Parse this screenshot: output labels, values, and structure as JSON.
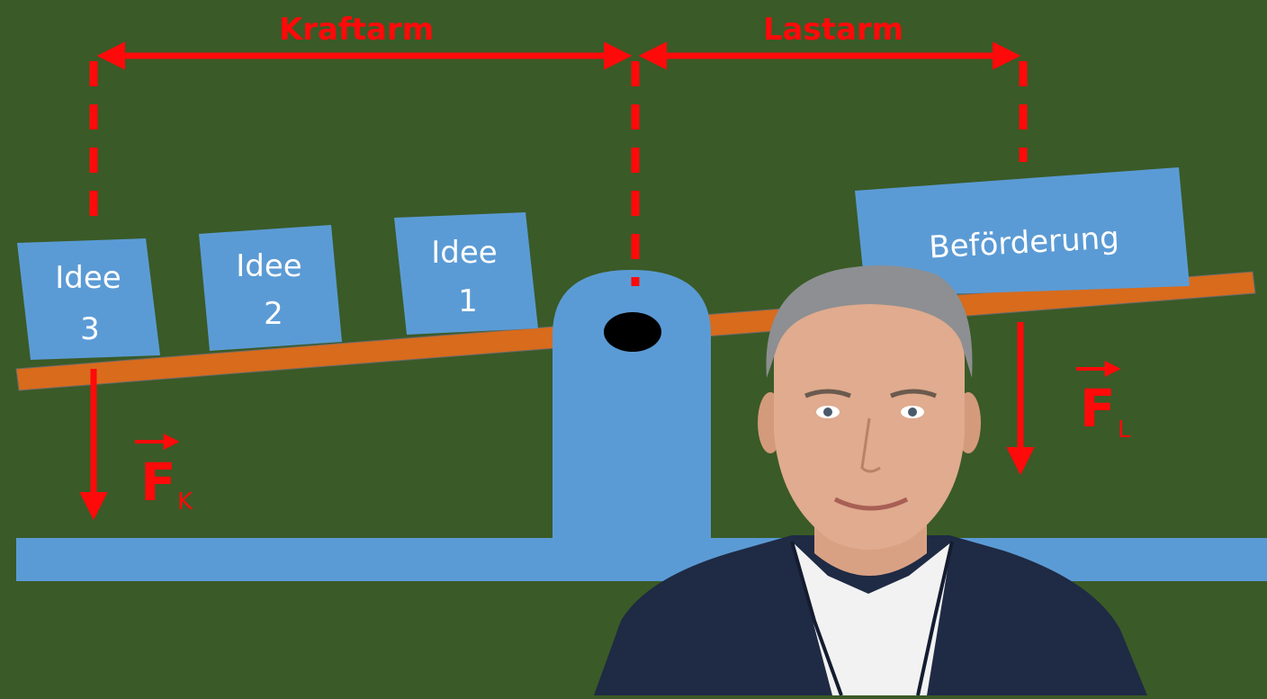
{
  "colors": {
    "background": "#3a5a27",
    "blue": "#5b9bd5",
    "beam": "#d86b1c",
    "red": "#ff0a0a",
    "pivot_hole": "#000000"
  },
  "labels": {
    "kraftarm": "Kraftarm",
    "lastarm": "Lastarm"
  },
  "boxes": {
    "idea3_line1": "Idee",
    "idea3_line2": "3",
    "idea2_line1": "Idee",
    "idea2_line2": "2",
    "idea1_line1": "Idee",
    "idea1_line2": "1",
    "promotion": "Beförderung"
  },
  "forces": {
    "fk_main": "F",
    "fk_sub": "K",
    "fl_main": "F",
    "fl_sub": "L"
  },
  "person": {
    "icon": "person-portrait"
  }
}
